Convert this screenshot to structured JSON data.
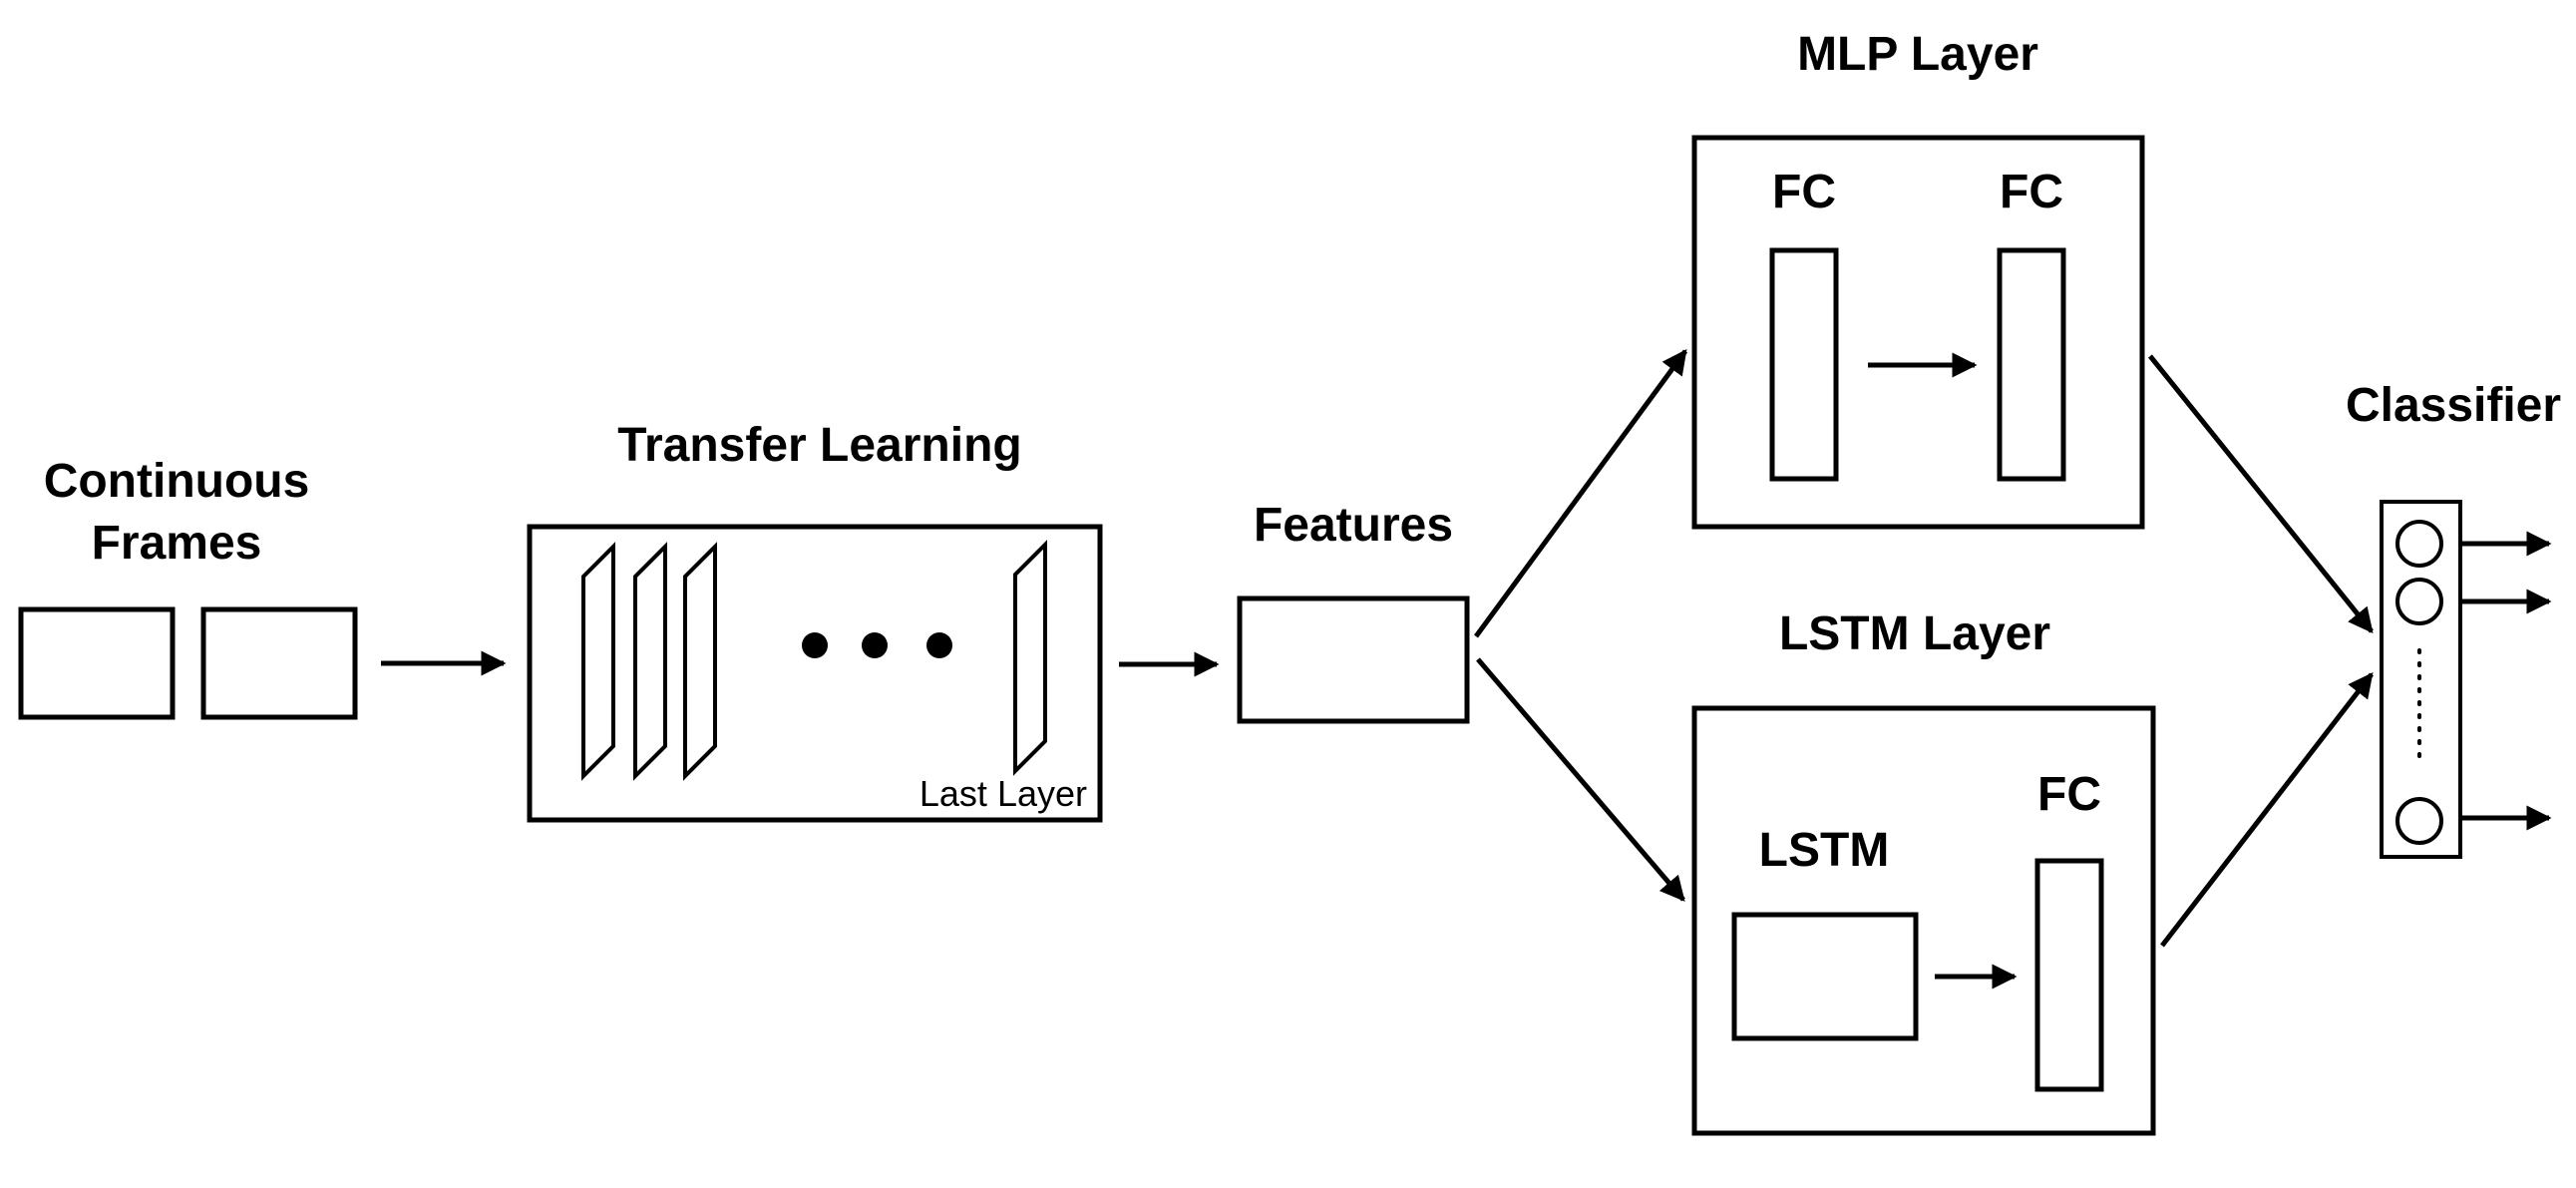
{
  "labels": {
    "continuous_frames_line1": "Continuous",
    "continuous_frames_line2": "Frames",
    "transfer_learning": "Transfer Learning",
    "last_layer": "Last Layer",
    "features": "Features",
    "mlp_layer": "MLP Layer",
    "mlp_fc1": "FC",
    "mlp_fc2": "FC",
    "lstm_layer": "LSTM Layer",
    "lstm_block": "LSTM",
    "lstm_fc": "FC",
    "classifier": "Classifier"
  },
  "colors": {
    "stroke": "#000000",
    "background": "#ffffff"
  }
}
